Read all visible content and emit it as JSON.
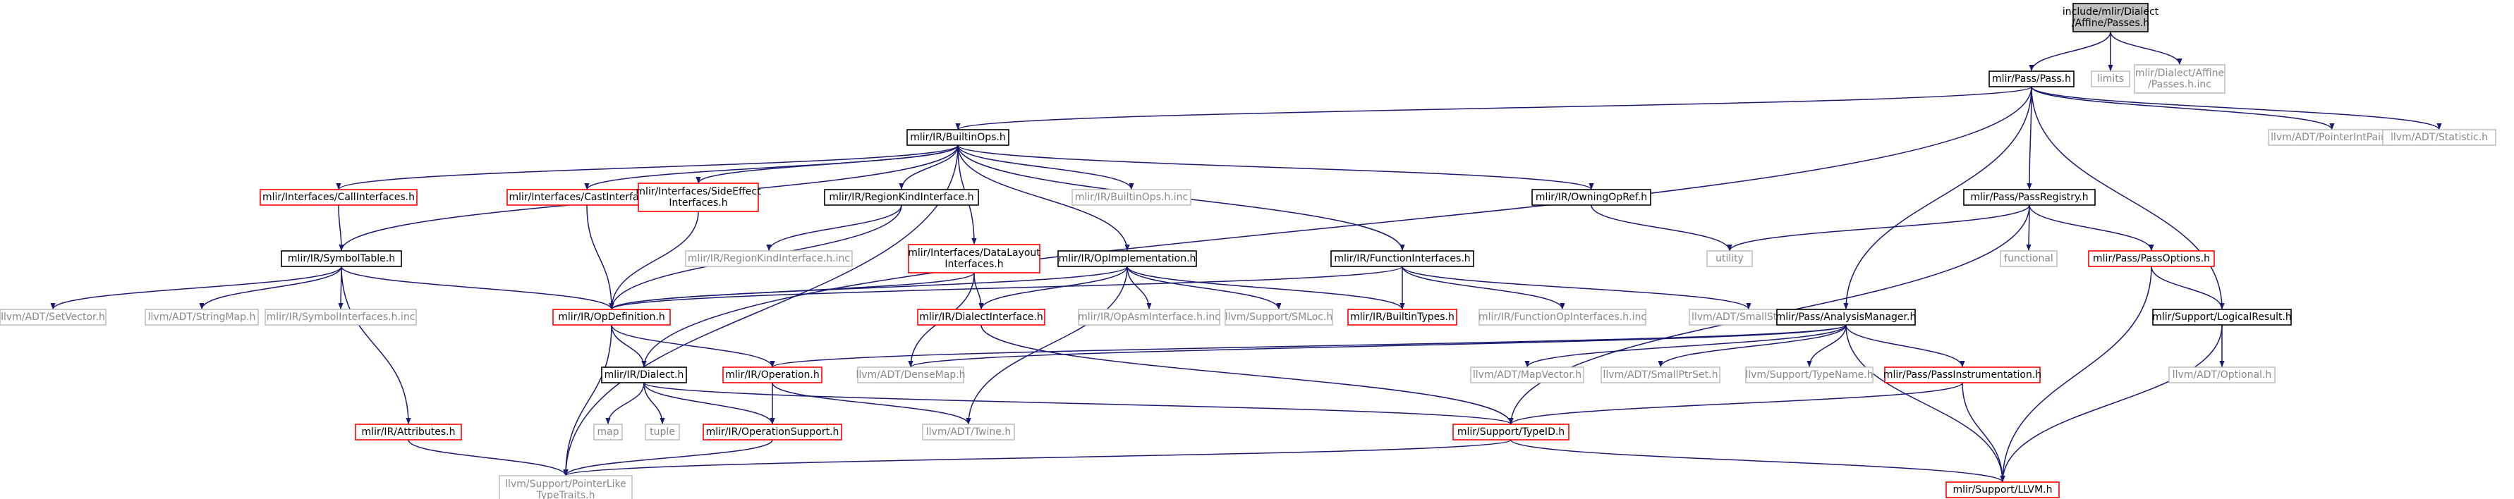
{
  "graph": {
    "nodes": [
      {
        "id": "root",
        "kind": "root",
        "lines": [
          "include/mlir/Dialect",
          "/Affine/Passes.h"
        ]
      },
      {
        "id": "pass",
        "kind": "black",
        "lines": [
          "mlir/Pass/Pass.h"
        ]
      },
      {
        "id": "limits",
        "kind": "gray",
        "lines": [
          "limits"
        ]
      },
      {
        "id": "affine_inc",
        "kind": "gray",
        "lines": [
          "mlir/Dialect/Affine",
          "/Passes.h.inc"
        ]
      },
      {
        "id": "builtinops",
        "kind": "black",
        "lines": [
          "mlir/IR/BuiltinOps.h"
        ]
      },
      {
        "id": "pointerintpair",
        "kind": "gray",
        "lines": [
          "llvm/ADT/PointerIntPair.h"
        ]
      },
      {
        "id": "statistic",
        "kind": "gray",
        "lines": [
          "llvm/ADT/Statistic.h"
        ]
      },
      {
        "id": "callif",
        "kind": "red",
        "lines": [
          "mlir/Interfaces/CallInterfaces.h"
        ]
      },
      {
        "id": "castif",
        "kind": "red",
        "lines": [
          "mlir/Interfaces/CastInterfaces.h"
        ]
      },
      {
        "id": "sideeffect",
        "kind": "red",
        "lines": [
          "mlir/Interfaces/SideEffect",
          "Interfaces.h"
        ]
      },
      {
        "id": "regionkind",
        "kind": "black",
        "lines": [
          "mlir/IR/RegionKindInterface.h"
        ]
      },
      {
        "id": "builtinops_inc",
        "kind": "gray",
        "lines": [
          "mlir/IR/BuiltinOps.h.inc"
        ]
      },
      {
        "id": "owningopref",
        "kind": "black",
        "lines": [
          "mlir/IR/OwningOpRef.h"
        ]
      },
      {
        "id": "passregistry",
        "kind": "black",
        "lines": [
          "mlir/Pass/PassRegistry.h"
        ]
      },
      {
        "id": "symboltable",
        "kind": "black",
        "lines": [
          "mlir/IR/SymbolTable.h"
        ]
      },
      {
        "id": "regionkind_inc",
        "kind": "gray",
        "lines": [
          "mlir/IR/RegionKindInterface.h.inc"
        ]
      },
      {
        "id": "datalayout",
        "kind": "red",
        "lines": [
          "mlir/Interfaces/DataLayout",
          "Interfaces.h"
        ]
      },
      {
        "id": "opimpl",
        "kind": "black",
        "lines": [
          "mlir/IR/OpImplementation.h"
        ]
      },
      {
        "id": "funcif",
        "kind": "black",
        "lines": [
          "mlir/IR/FunctionInterfaces.h"
        ]
      },
      {
        "id": "utility",
        "kind": "gray",
        "lines": [
          "utility"
        ]
      },
      {
        "id": "functional",
        "kind": "gray",
        "lines": [
          "functional"
        ]
      },
      {
        "id": "passoptions",
        "kind": "red",
        "lines": [
          "mlir/Pass/PassOptions.h"
        ]
      },
      {
        "id": "setvector",
        "kind": "gray",
        "lines": [
          "llvm/ADT/SetVector.h"
        ]
      },
      {
        "id": "stringmap",
        "kind": "gray",
        "lines": [
          "llvm/ADT/StringMap.h"
        ]
      },
      {
        "id": "symbolif_inc",
        "kind": "gray",
        "lines": [
          "mlir/IR/SymbolInterfaces.h.inc"
        ]
      },
      {
        "id": "opdef",
        "kind": "red",
        "lines": [
          "mlir/IR/OpDefinition.h"
        ]
      },
      {
        "id": "dialectif",
        "kind": "red",
        "lines": [
          "mlir/IR/DialectInterface.h"
        ]
      },
      {
        "id": "opasm_inc",
        "kind": "gray",
        "lines": [
          "mlir/IR/OpAsmInterface.h.inc"
        ]
      },
      {
        "id": "smloc",
        "kind": "gray",
        "lines": [
          "llvm/Support/SMLoc.h"
        ]
      },
      {
        "id": "builtintypes",
        "kind": "red",
        "lines": [
          "mlir/IR/BuiltinTypes.h"
        ]
      },
      {
        "id": "funcif_inc",
        "kind": "gray",
        "lines": [
          "mlir/IR/FunctionOpInterfaces.h.inc"
        ]
      },
      {
        "id": "smallstring",
        "kind": "gray",
        "lines": [
          "llvm/ADT/SmallString.h"
        ]
      },
      {
        "id": "analysismgr",
        "kind": "black",
        "lines": [
          "mlir/Pass/AnalysisManager.h"
        ]
      },
      {
        "id": "logicalresult",
        "kind": "black",
        "lines": [
          "mlir/Support/LogicalResult.h"
        ]
      },
      {
        "id": "dialect",
        "kind": "black",
        "lines": [
          "mlir/IR/Dialect.h"
        ]
      },
      {
        "id": "operation",
        "kind": "red",
        "lines": [
          "mlir/IR/Operation.h"
        ]
      },
      {
        "id": "densemap",
        "kind": "gray",
        "lines": [
          "llvm/ADT/DenseMap.h"
        ]
      },
      {
        "id": "mapvector",
        "kind": "gray",
        "lines": [
          "llvm/ADT/MapVector.h"
        ]
      },
      {
        "id": "smallptrset",
        "kind": "gray",
        "lines": [
          "llvm/ADT/SmallPtrSet.h"
        ]
      },
      {
        "id": "typename",
        "kind": "gray",
        "lines": [
          "llvm/Support/TypeName.h"
        ]
      },
      {
        "id": "passinstr",
        "kind": "red",
        "lines": [
          "mlir/Pass/PassInstrumentation.h"
        ]
      },
      {
        "id": "optional",
        "kind": "gray",
        "lines": [
          "llvm/ADT/Optional.h"
        ]
      },
      {
        "id": "map",
        "kind": "gray",
        "lines": [
          "map"
        ]
      },
      {
        "id": "tuple",
        "kind": "gray",
        "lines": [
          "tuple"
        ]
      },
      {
        "id": "opsupport",
        "kind": "red",
        "lines": [
          "mlir/IR/OperationSupport.h"
        ]
      },
      {
        "id": "twine",
        "kind": "gray",
        "lines": [
          "llvm/ADT/Twine.h"
        ]
      },
      {
        "id": "attributes",
        "kind": "red",
        "lines": [
          "mlir/IR/Attributes.h"
        ]
      },
      {
        "id": "typeid",
        "kind": "red",
        "lines": [
          "mlir/Support/TypeID.h"
        ]
      },
      {
        "id": "ptrlike",
        "kind": "gray",
        "lines": [
          "llvm/Support/PointerLike",
          "TypeTraits.h"
        ]
      },
      {
        "id": "llvmh",
        "kind": "red",
        "lines": [
          "mlir/Support/LLVM.h"
        ]
      }
    ],
    "edges": [
      [
        "root",
        "pass"
      ],
      [
        "root",
        "limits"
      ],
      [
        "root",
        "affine_inc"
      ],
      [
        "pass",
        "builtinops"
      ],
      [
        "pass",
        "pointerintpair"
      ],
      [
        "pass",
        "statistic"
      ],
      [
        "pass",
        "passregistry"
      ],
      [
        "pass",
        "analysismgr"
      ],
      [
        "pass",
        "logicalresult"
      ],
      [
        "pass",
        "dialect"
      ],
      [
        "builtinops",
        "callif"
      ],
      [
        "builtinops",
        "castif"
      ],
      [
        "builtinops",
        "sideeffect"
      ],
      [
        "builtinops",
        "regionkind"
      ],
      [
        "builtinops",
        "builtinops_inc"
      ],
      [
        "builtinops",
        "owningopref"
      ],
      [
        "builtinops",
        "symboltable"
      ],
      [
        "builtinops",
        "datalayout"
      ],
      [
        "builtinops",
        "opimpl"
      ],
      [
        "builtinops",
        "funcif"
      ],
      [
        "builtinops",
        "ptrlike"
      ],
      [
        "callif",
        "symboltable"
      ],
      [
        "castif",
        "opdef"
      ],
      [
        "sideeffect",
        "opdef"
      ],
      [
        "regionkind",
        "regionkind_inc"
      ],
      [
        "regionkind",
        "opdef"
      ],
      [
        "owningopref",
        "utility"
      ],
      [
        "passregistry",
        "utility"
      ],
      [
        "passregistry",
        "functional"
      ],
      [
        "passregistry",
        "passoptions"
      ],
      [
        "passregistry",
        "typeid"
      ],
      [
        "symboltable",
        "setvector"
      ],
      [
        "symboltable",
        "stringmap"
      ],
      [
        "symboltable",
        "symbolif_inc"
      ],
      [
        "symboltable",
        "opdef"
      ],
      [
        "symboltable",
        "attributes"
      ],
      [
        "datalayout",
        "opdef"
      ],
      [
        "datalayout",
        "dialectif"
      ],
      [
        "datalayout",
        "densemap"
      ],
      [
        "opimpl",
        "opdef"
      ],
      [
        "opimpl",
        "dialectif"
      ],
      [
        "opimpl",
        "opasm_inc"
      ],
      [
        "opimpl",
        "smloc"
      ],
      [
        "opimpl",
        "builtintypes"
      ],
      [
        "opimpl",
        "twine"
      ],
      [
        "funcif",
        "opdef"
      ],
      [
        "funcif",
        "builtintypes"
      ],
      [
        "funcif",
        "funcif_inc"
      ],
      [
        "funcif",
        "smallstring"
      ],
      [
        "passoptions",
        "logicalresult"
      ],
      [
        "passoptions",
        "llvmh"
      ],
      [
        "opdef",
        "dialect"
      ],
      [
        "opdef",
        "operation"
      ],
      [
        "opdef",
        "ptrlike"
      ],
      [
        "dialectif",
        "typeid"
      ],
      [
        "analysismgr",
        "operation"
      ],
      [
        "analysismgr",
        "densemap"
      ],
      [
        "analysismgr",
        "mapvector"
      ],
      [
        "analysismgr",
        "smallptrset"
      ],
      [
        "analysismgr",
        "typename"
      ],
      [
        "analysismgr",
        "passinstr"
      ],
      [
        "analysismgr",
        "llvmh"
      ],
      [
        "logicalresult",
        "optional"
      ],
      [
        "logicalresult",
        "llvmh"
      ],
      [
        "dialect",
        "map"
      ],
      [
        "dialect",
        "tuple"
      ],
      [
        "dialect",
        "opsupport"
      ],
      [
        "dialect",
        "typeid"
      ],
      [
        "operation",
        "opsupport"
      ],
      [
        "operation",
        "twine"
      ],
      [
        "passinstr",
        "typeid"
      ],
      [
        "passinstr",
        "llvmh"
      ],
      [
        "opsupport",
        "ptrlike"
      ],
      [
        "attributes",
        "ptrlike"
      ],
      [
        "typeid",
        "ptrlike"
      ],
      [
        "typeid",
        "llvmh"
      ]
    ]
  }
}
